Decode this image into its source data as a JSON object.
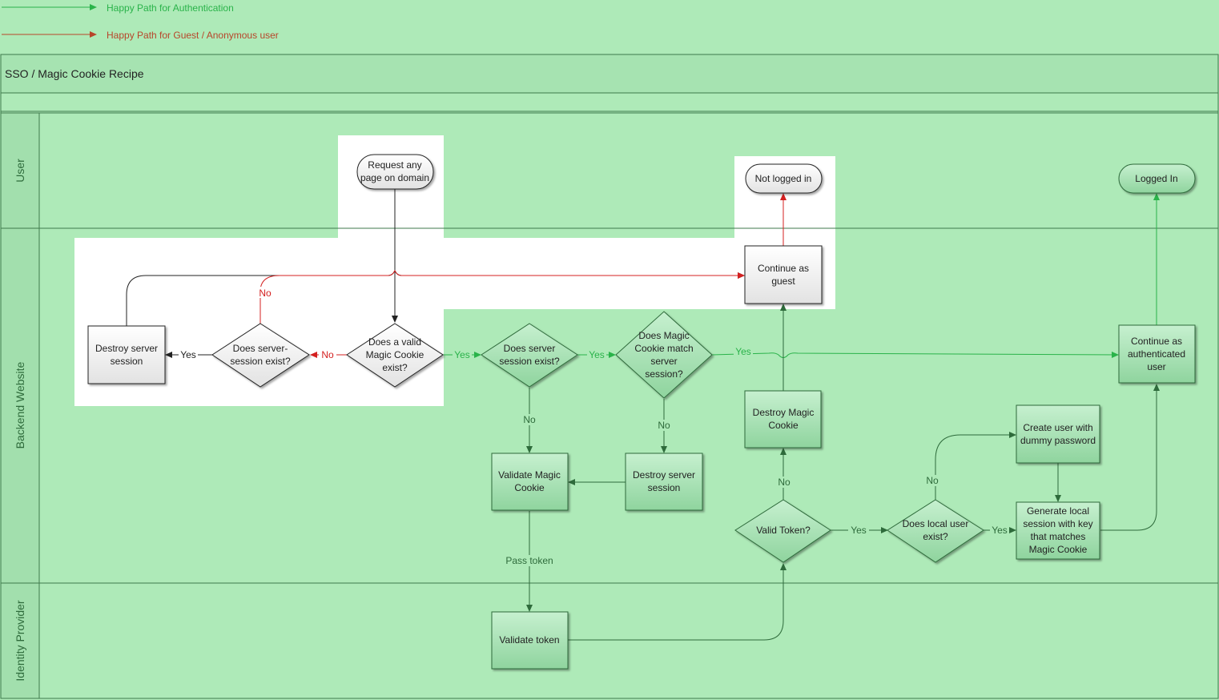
{
  "legend": {
    "auth": "Happy Path for Authentication",
    "guest": "Happy Path for Guest / Anonymous user",
    "auth_color": "#2ab34a",
    "guest_color": "#b8452a"
  },
  "title": "SSO / Magic Cookie Recipe",
  "lanes": {
    "user": "User",
    "backend": "Backend Website",
    "idp": "Identity Provider"
  },
  "nodes": {
    "request_page": [
      "Request any",
      "page on domain"
    ],
    "not_logged_in": [
      "Not logged in"
    ],
    "logged_in": [
      "Logged In"
    ],
    "continue_guest": [
      "Continue as",
      "guest"
    ],
    "destroy_session_1": [
      "Destroy server",
      "session"
    ],
    "server_session_exist_1": [
      "Does server-",
      "session exist?"
    ],
    "valid_magic_cookie": [
      "Does a valid",
      "Magic Cookie",
      "exist?"
    ],
    "server_session_exist_2": [
      "Does server",
      "session exist?"
    ],
    "cookie_match": [
      "Does Magic",
      "Cookie match",
      "server",
      "session?"
    ],
    "continue_auth": [
      "Continue as",
      "authenticated",
      "user"
    ],
    "destroy_cookie": [
      "Destroy Magic",
      "Cookie"
    ],
    "create_user": [
      "Create user with",
      "dummy password"
    ],
    "validate_cookie": [
      "Validate Magic",
      "Cookie"
    ],
    "destroy_session_2": [
      "Destroy server",
      "session"
    ],
    "valid_token": [
      "Valid Token?"
    ],
    "local_user_exist": [
      "Does local user",
      "exist?"
    ],
    "generate_session": [
      "Generate local",
      "session with key",
      "that matches",
      "Magic Cookie"
    ],
    "validate_token": [
      "Validate token"
    ]
  },
  "edge_labels": {
    "no_red_1": "No",
    "no_red_2": "No",
    "yes_black": "Yes",
    "yes_green_1": "Yes",
    "yes_green_2": "Yes",
    "yes_green_3": "Yes",
    "no_1": "No",
    "no_2": "No",
    "pass_token": "Pass token",
    "no_3": "No",
    "no_4": "No",
    "yes_4": "Yes",
    "yes_5": "Yes"
  },
  "colors": {
    "background": "#aeeab8",
    "highlight": "#ffffff",
    "green_line": "#2ab34a",
    "red_line": "#d42020",
    "dark_line": "#2e6b3b",
    "node_fill": "#9ad9a8"
  }
}
